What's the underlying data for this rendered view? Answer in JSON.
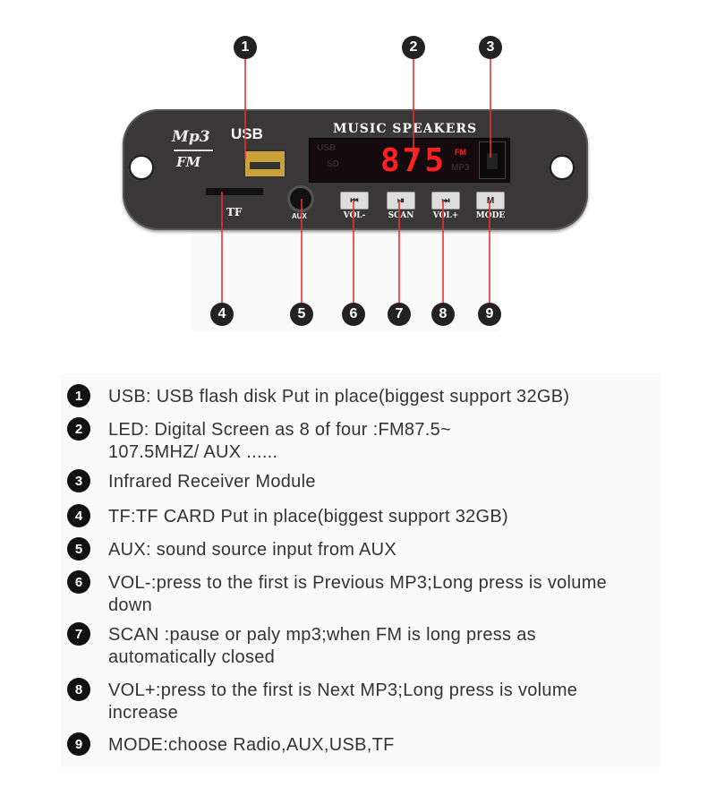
{
  "device": {
    "logo_top": "Mp3",
    "logo_bottom": "FM",
    "usb_label": "USB",
    "tf_label": "TF",
    "aux_label": "AUX",
    "brand": "MUSIC SPEAKERS",
    "display_digits": "875",
    "display_fm": "FM",
    "display_dim_usb": "USB",
    "display_dim_sd": "SD",
    "display_dim_mp3": "MP3",
    "buttons": [
      {
        "label": "VOL-",
        "glyph": "⏮"
      },
      {
        "label": "SCAN",
        "glyph": "⏯"
      },
      {
        "label": "VOL+",
        "glyph": "⏭"
      },
      {
        "label": "MODE",
        "glyph": "M"
      }
    ]
  },
  "markers": [
    "1",
    "2",
    "3",
    "4",
    "5",
    "6",
    "7",
    "8",
    "9"
  ],
  "line_color": "#e8312f",
  "descriptions": [
    {
      "num": "1",
      "text": "USB: USB flash disk Put in place(biggest support 32GB)"
    },
    {
      "num": "2",
      "text": "LED: Digital Screen as 8 of four :FM87.5~ 107.5MHZ/ AUX ......"
    },
    {
      "num": "3",
      "text": "Infrared Receiver Module"
    },
    {
      "num": "4",
      "text": "TF:TF CARD Put in place(biggest support 32GB)"
    },
    {
      "num": "5",
      "text": "AUX: sound source input from AUX"
    },
    {
      "num": "6",
      "text": "VOL-:press to the first is Previous MP3;Long press is volume down"
    },
    {
      "num": "7",
      "text": "SCAN :pause or paly mp3;when FM is long press as automatically closed"
    },
    {
      "num": "8",
      "text": "VOL+:press to the first is Next MP3;Long press is volume increase"
    },
    {
      "num": "9",
      "text": "MODE:choose Radio,AUX,USB,TF"
    }
  ]
}
